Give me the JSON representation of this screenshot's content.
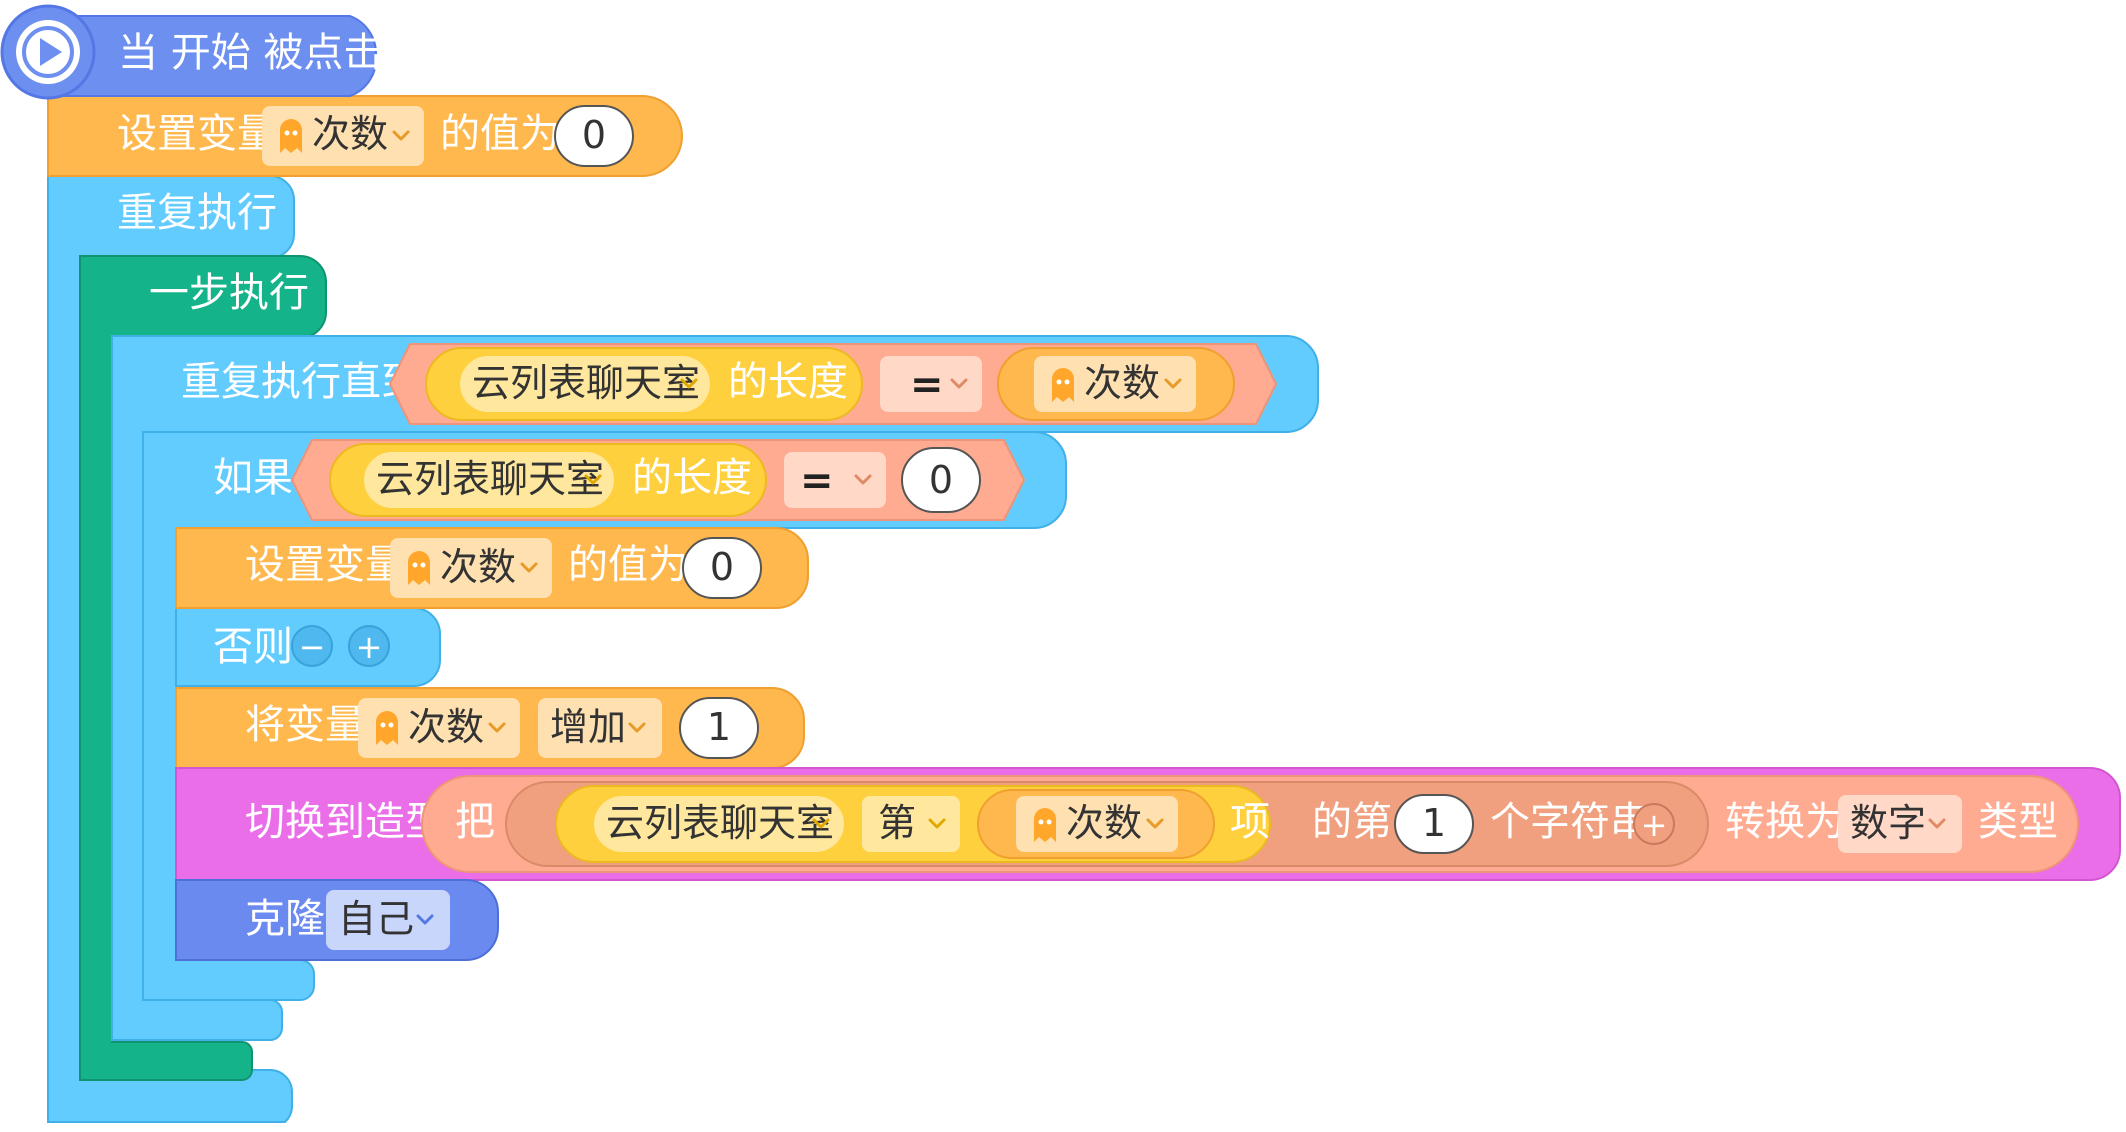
{
  "colors": {
    "event": "#6D8FF0",
    "variable": "#FFB84D",
    "control": "#63CCFF",
    "step": "#14B38A",
    "list": "#FFD03D",
    "operator": "#FFAB91",
    "text": "#F0A07E",
    "looks": "#EB6EE9",
    "clone": "#6A8AF0",
    "ghost_icon": "#FFA62B"
  },
  "event_block": {
    "label": "当 开始 被点击",
    "icon": "play-icon"
  },
  "set_var_top": {
    "label": "设置变量",
    "variable": "次数",
    "suffix": "的值为",
    "value": "0"
  },
  "repeat_forever": {
    "label": "重复执行"
  },
  "step_exec": {
    "label": "一步执行"
  },
  "repeat_until": {
    "label": "重复执行直到",
    "list": "云列表聊天室",
    "length_label": "的长度",
    "op": "=",
    "variable": "次数"
  },
  "if_block": {
    "label": "如果",
    "list": "云列表聊天室",
    "length_label": "的长度",
    "op": "=",
    "value": "0"
  },
  "set_var_inner": {
    "label": "设置变量",
    "variable": "次数",
    "suffix": "的值为",
    "value": "0"
  },
  "else_block": {
    "label": "否则",
    "minus": "−",
    "plus": "+"
  },
  "change_var": {
    "label": "将变量",
    "variable": "次数",
    "action": "增加",
    "value": "1"
  },
  "switch_costume": {
    "label": "切换到造型",
    "convert_prefix": "把",
    "list": "云列表聊天室",
    "item_label": "第",
    "variable": "次数",
    "item_suffix": "项",
    "char_label": "的第",
    "char_index": "1",
    "char_suffix": "个字符串",
    "plus": "+",
    "convert_label": "转换为",
    "type_value": "数字",
    "type_suffix": "类型"
  },
  "clone_block": {
    "label": "克隆",
    "target": "自己"
  }
}
